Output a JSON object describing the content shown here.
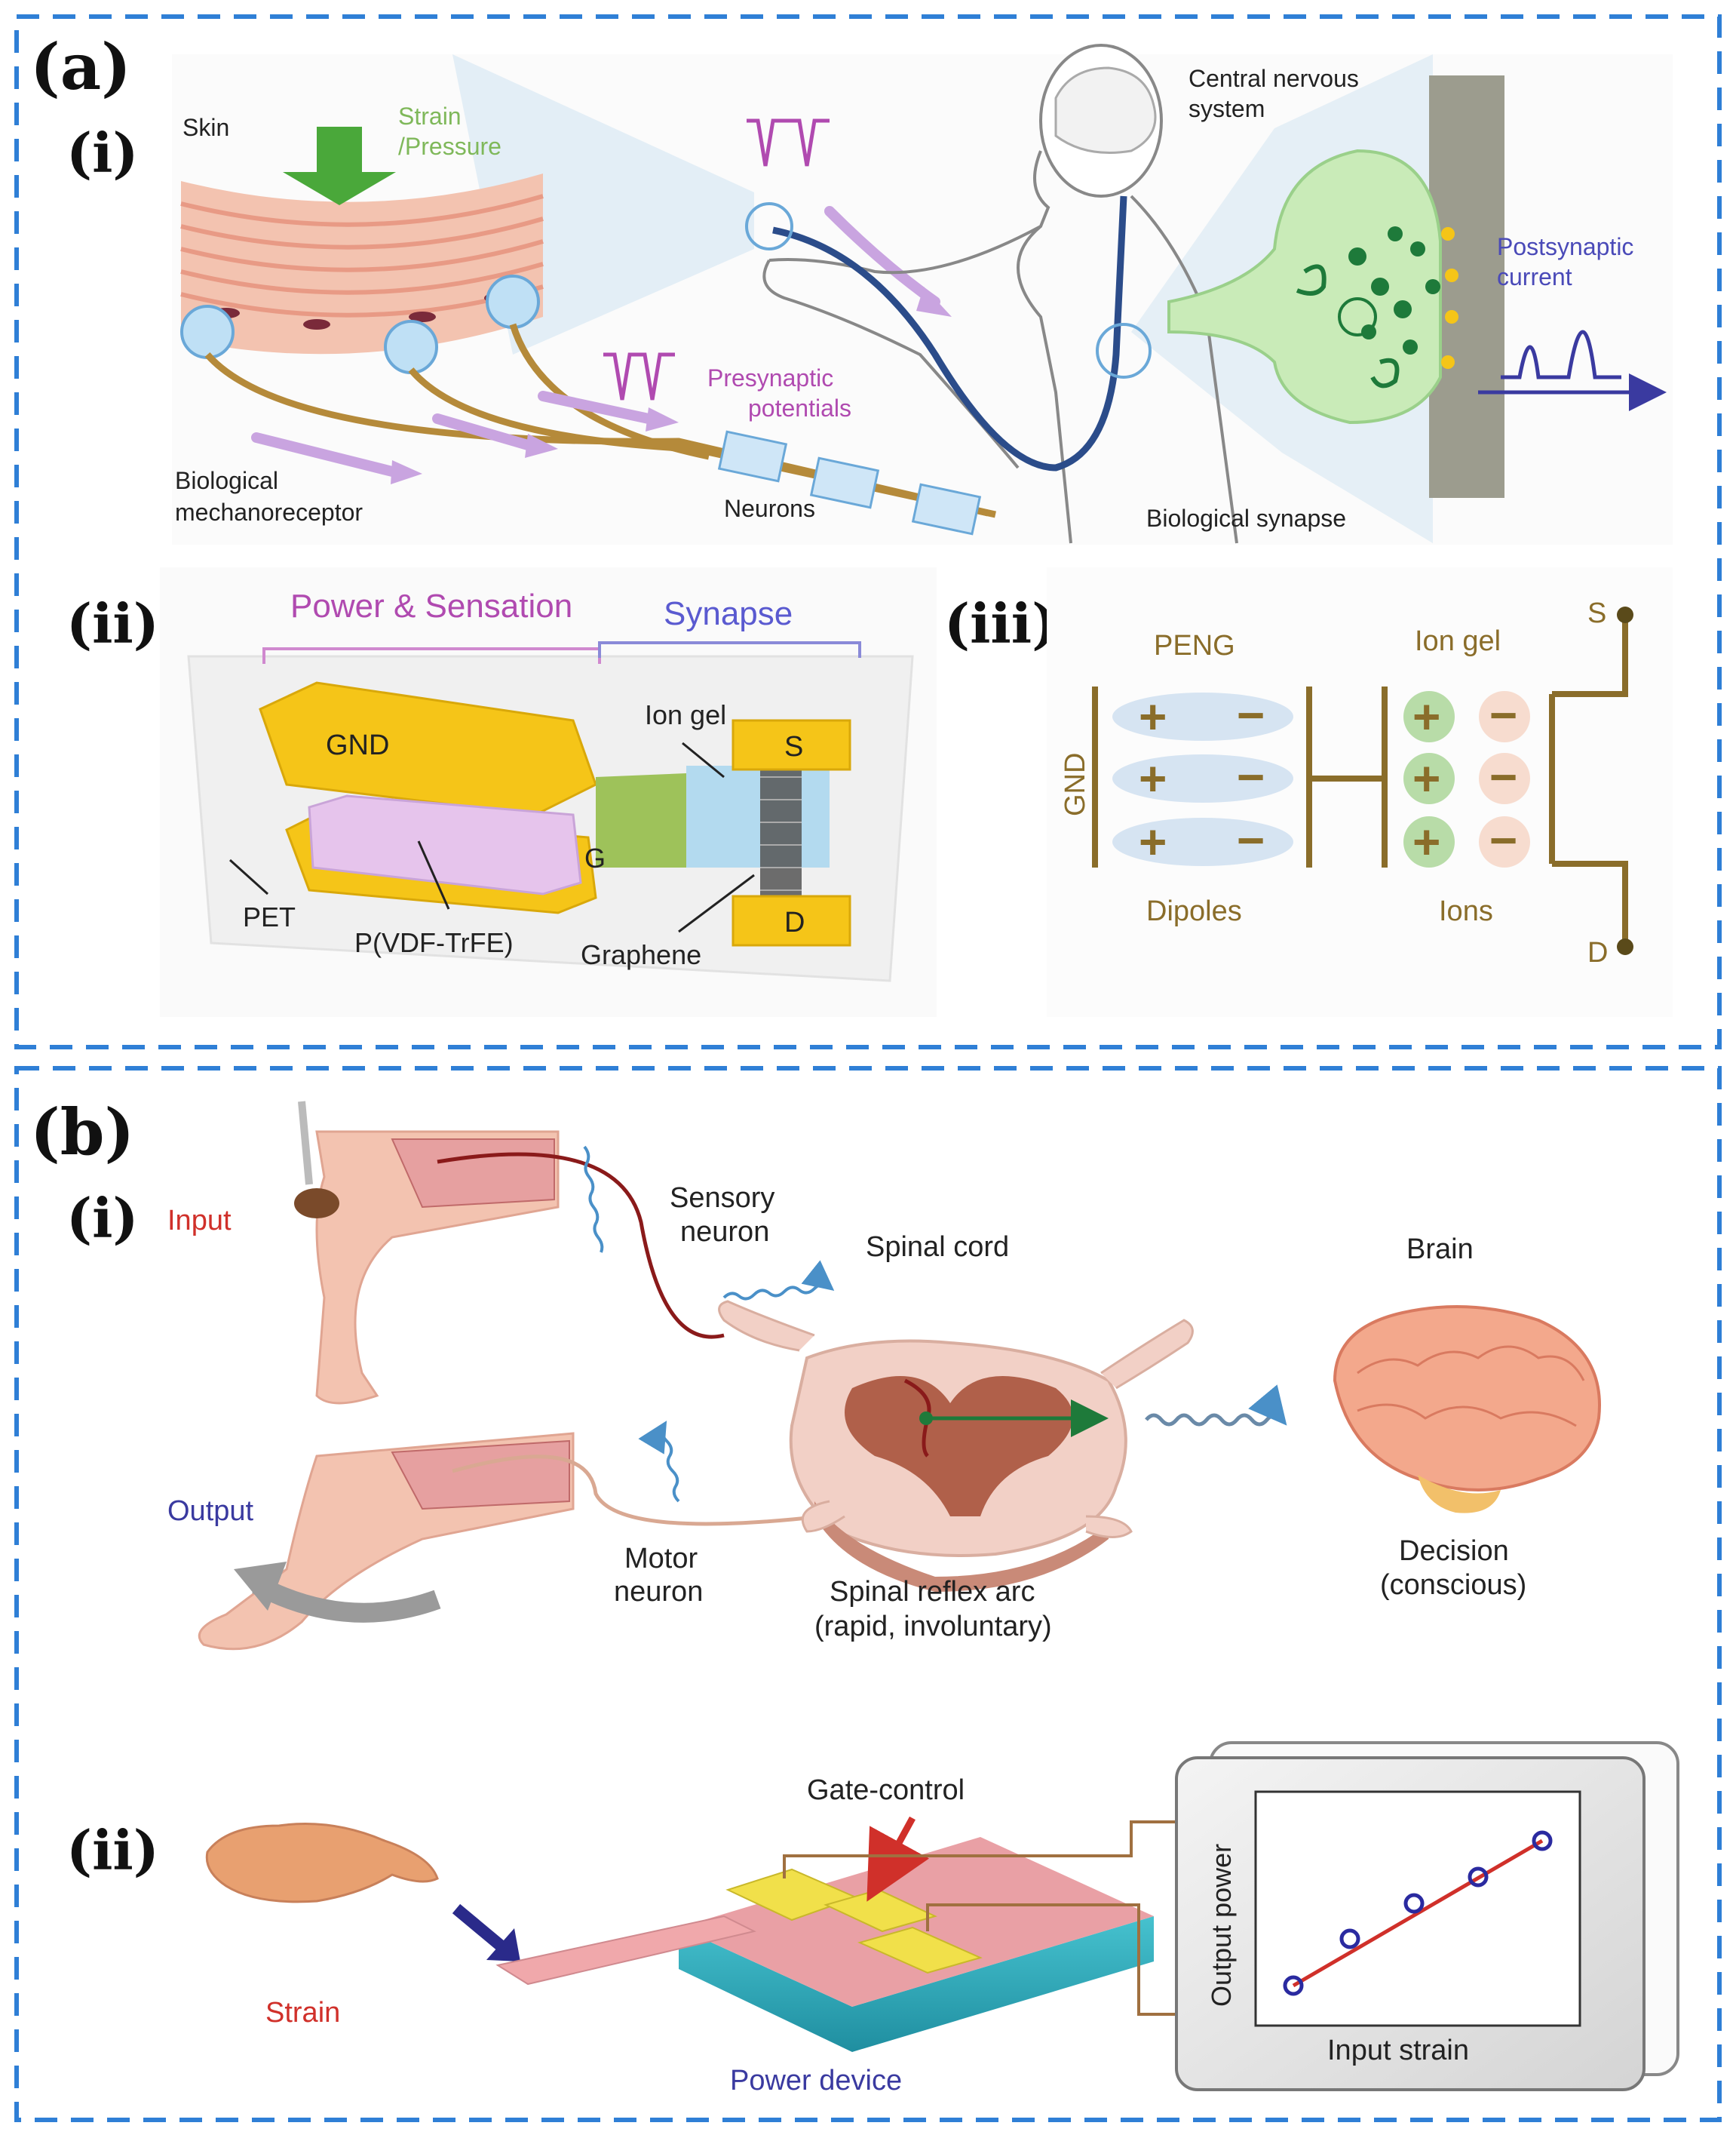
{
  "panel_a": {
    "label": "(a)",
    "sub_i": {
      "label": "(i)",
      "skin": "Skin",
      "strain_line1": "Strain",
      "strain_line2": "/Pressure",
      "mechanoreceptor_line1": "Biological",
      "mechanoreceptor_line2": "mechanoreceptor",
      "presynaptic_line1": "Presynaptic",
      "presynaptic_line2": "potentials",
      "neurons": "Neurons",
      "cns_line1": "Central nervous",
      "cns_line2": "system",
      "biological_synapse": "Biological synapse",
      "postsynaptic_line1": "Postsynaptic",
      "postsynaptic_line2": "current"
    },
    "sub_ii": {
      "label": "(ii)",
      "power_sensation": "Power & Sensation",
      "synapse": "Synapse",
      "gnd": "GND",
      "ion_gel": "Ion gel",
      "s": "S",
      "d": "D",
      "g": "G",
      "pet": "PET",
      "pvdf": "P(VDF-TrFE)",
      "graphene": "Graphene"
    },
    "sub_iii": {
      "label": "(iii)",
      "peng": "PENG",
      "ion_gel": "Ion gel",
      "gnd": "GND",
      "dipoles": "Dipoles",
      "ions": "Ions",
      "s": "S",
      "d": "D",
      "plus": "+",
      "minus": "−"
    }
  },
  "panel_b": {
    "label": "(b)",
    "sub_i": {
      "label": "(i)",
      "input": "Input",
      "sensory_line1": "Sensory",
      "sensory_line2": "neuron",
      "spinal_cord": "Spinal cord",
      "brain": "Brain",
      "output": "Output",
      "motor_line1": "Motor",
      "motor_line2": "neuron",
      "reflex_line1": "Spinal reflex arc",
      "reflex_line2": "(rapid, involuntary)",
      "decision_line1": "Decision",
      "decision_line2": "(conscious)"
    },
    "sub_ii": {
      "label": "(ii)",
      "gate_control": "Gate-control",
      "strain": "Strain",
      "power_device": "Power device",
      "output_power": "Output power",
      "input_strain": "Input strain"
    }
  },
  "colors": {
    "frame_dash": "#2f7fd6",
    "gold": "#f5c518",
    "gold_dark": "#8a6d2a",
    "purple": "#b04ab0",
    "synapse_blue": "#5a5ad0",
    "green_label": "#6fb04a",
    "skin": "#f3c3b0",
    "nerve_blue": "#2b4c8a",
    "spinal_pink": "#f2d0c6",
    "spinal_dark": "#b0604a",
    "red_text": "#d0302a",
    "navy_text": "#3a3aa0"
  }
}
